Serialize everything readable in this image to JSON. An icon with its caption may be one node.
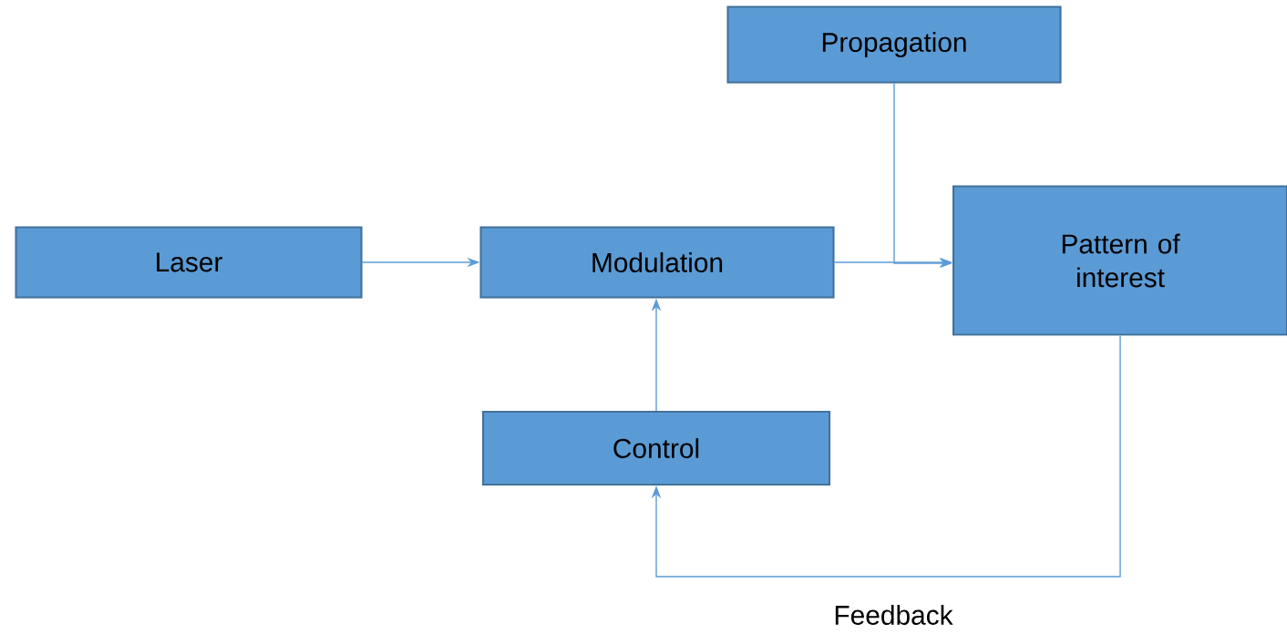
{
  "diagram": {
    "nodes": [
      {
        "text": [
          "Propagation"
        ]
      },
      {
        "text": [
          "Laser"
        ]
      },
      {
        "text": [
          "Modulation"
        ]
      },
      {
        "text": [
          "Pattern of interest"
        ]
      },
      {
        "text": [
          "Control"
        ]
      }
    ],
    "edges": [
      {
        "from": 1,
        "to": 2,
        "arrow": "to"
      },
      {
        "from": 2,
        "to": 3,
        "arrow": "to"
      },
      {
        "from": 0,
        "to": 3,
        "arrow": "to"
      },
      {
        "from": 4,
        "to": 2,
        "arrow": "to"
      },
      {
        "from": 3,
        "to": 4,
        "arrow": "to",
        "label": "Feedback"
      }
    ]
  }
}
